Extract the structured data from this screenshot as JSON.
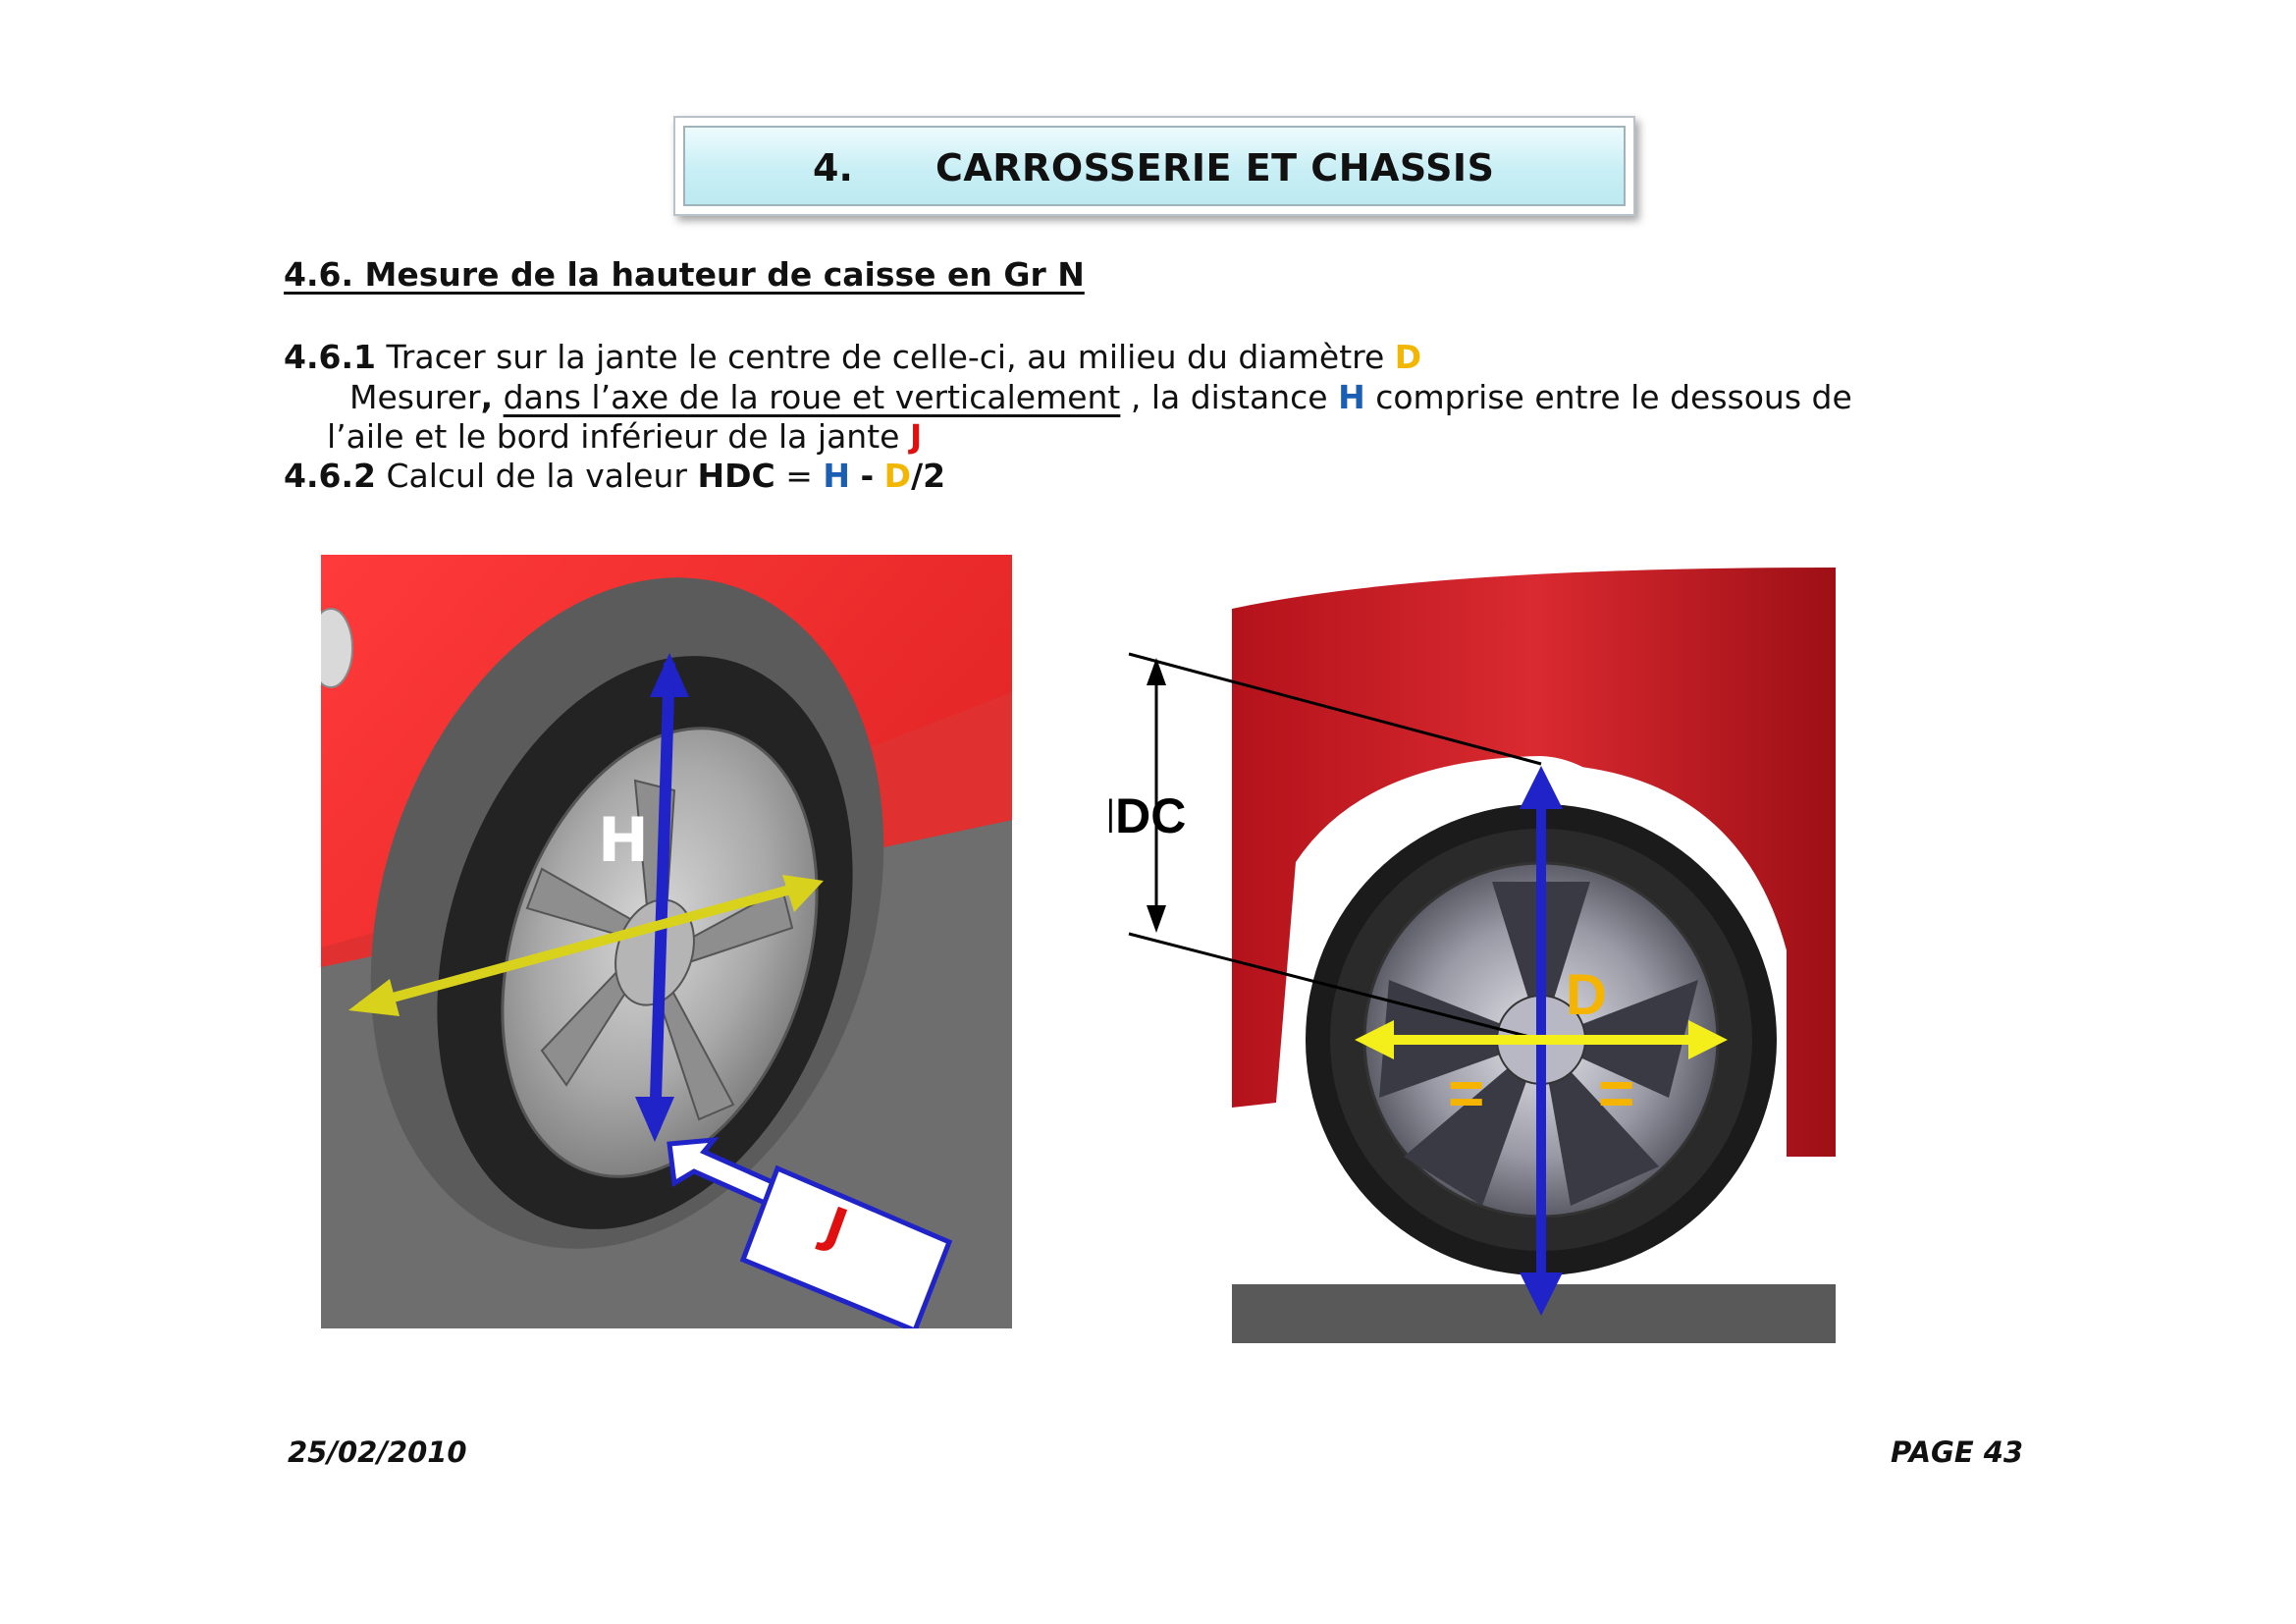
{
  "header": {
    "number": "4.",
    "title": "CARROSSERIE ET CHASSIS"
  },
  "section": {
    "heading": "4.6. Mesure de la hauteur de caisse en Gr N"
  },
  "step1": {
    "num": "4.6.1",
    "text_a": "Tracer sur la jante le centre de celle-ci, au milieu du diamètre",
    "letter_d": "D",
    "line2_a": "Mesurer",
    "line2_comma": ",",
    "line2_underlined": "dans l’axe de la roue et verticalement",
    "line2_b": ", la distance",
    "letter_h": "H",
    "line2_c": "comprise entre le dessous de",
    "line3_a": "l’aile et le bord inférieur de la jante",
    "letter_j": "J"
  },
  "step2": {
    "num": "4.6.2",
    "text_a": "Calcul de la valeur",
    "hdc": "HDC",
    "eq": "=",
    "h": "H",
    "minus": "-",
    "d": "D",
    "div": "/2"
  },
  "figure_left": {
    "label_h": "H",
    "label_j": "J"
  },
  "figure_right": {
    "label_hdc": "HDC",
    "label_d": "D",
    "label_eq_left": "=",
    "label_eq_right": "="
  },
  "footer": {
    "date": "25/02/2010",
    "page": "PAGE 43"
  },
  "colors": {
    "car_red": "#e52a2a",
    "arrow_blue": "#1f23c8",
    "arrow_yellow": "#d9d21c",
    "label_orange": "#f5b400",
    "ground_grey": "#6e6e6e"
  }
}
